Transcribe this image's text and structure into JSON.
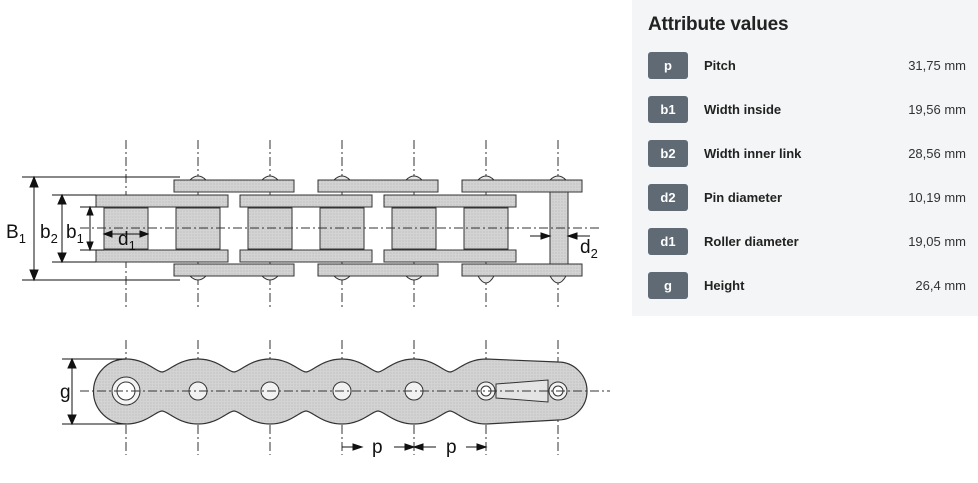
{
  "diagram": {
    "top_view_labels": {
      "B1": "B",
      "B1_sub": "1",
      "b2": "b",
      "b2_sub": "2",
      "b1": "b",
      "b1_sub": "1",
      "d1": "d",
      "d1_sub": "1",
      "d2": "d",
      "d2_sub": "2"
    },
    "side_view_labels": {
      "g": "g",
      "p1": "p",
      "p2": "p"
    }
  },
  "panel": {
    "title": "Attribute values",
    "rows": [
      {
        "badge": "p",
        "label": "Pitch",
        "value": "31,75 mm"
      },
      {
        "badge": "b1",
        "label": "Width inside",
        "value": "19,56 mm"
      },
      {
        "badge": "b2",
        "label": "Width inner link",
        "value": "28,56 mm"
      },
      {
        "badge": "d2",
        "label": "Pin diameter",
        "value": "10,19 mm"
      },
      {
        "badge": "d1",
        "label": "Roller diameter",
        "value": "19,05 mm"
      },
      {
        "badge": "g",
        "label": "Height",
        "value": "26,4 mm"
      }
    ]
  },
  "colors": {
    "panel_bg": "#f3f5f6",
    "badge_bg": "#5f6a75",
    "chain_fill": "#cfcfcf",
    "plate_fill": "#d9d9d9"
  }
}
